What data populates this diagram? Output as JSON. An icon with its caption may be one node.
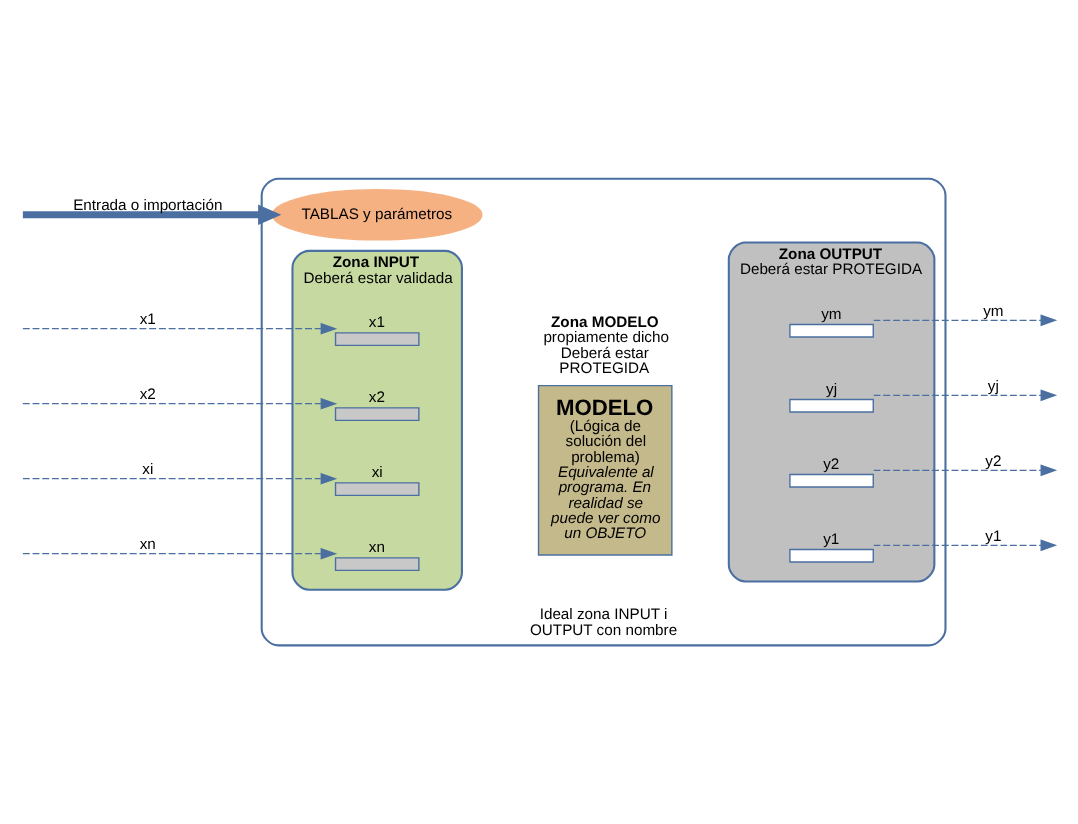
{
  "diagram": {
    "nodes": [
      {
        "text": [
          "Ideal zona INPUT i OUTPUT con nombre"
        ]
      },
      {
        "text": [
          "TABLAS y parámetros"
        ],
        "in": 0
      },
      {
        "text": [
          "Zona INPUT",
          "Deberá estar validada"
        ],
        "in": 0
      },
      {
        "text": [],
        "shape": "bar",
        "beside": [
          "x1"
        ],
        "in": 2
      },
      {
        "text": [],
        "shape": "bar",
        "beside": [
          "x2"
        ],
        "in": 2
      },
      {
        "text": [],
        "shape": "bar",
        "beside": [
          "xi"
        ],
        "in": 2
      },
      {
        "text": [],
        "shape": "bar",
        "beside": [
          "xn"
        ],
        "in": 2
      },
      {
        "text": [
          "Zona MODELO",
          "propiamente dicho Deberá estar PROTEGIDA",
          "MODELO",
          "(Lógica de solución del problema)",
          "Equivalente al programa. En realidad se puede ver como un OBJETO"
        ],
        "in": 0
      },
      {
        "text": [
          "Zona OUTPUT",
          "Deberá estar PROTEGIDA"
        ],
        "in": 0
      },
      {
        "text": [],
        "shape": "bar",
        "beside": [
          "y1"
        ],
        "in": 8
      },
      {
        "text": [],
        "shape": "bar",
        "beside": [
          "y2"
        ],
        "in": 8
      },
      {
        "text": [],
        "shape": "bar",
        "beside": [
          "yj"
        ],
        "in": 8
      },
      {
        "text": [],
        "shape": "bar",
        "beside": [
          "ym"
        ],
        "in": 8
      }
    ],
    "edges": [
      {
        "from": null,
        "to": 1,
        "arrow": "to",
        "label": "Entrada o importación",
        "style": "thick"
      },
      {
        "from": null,
        "to": 3,
        "arrow": "to",
        "label": "x1",
        "style": "dashed"
      },
      {
        "from": null,
        "to": 4,
        "arrow": "to",
        "label": "x2",
        "style": "dashed"
      },
      {
        "from": null,
        "to": 5,
        "arrow": "to",
        "label": "xi",
        "style": "dashed"
      },
      {
        "from": null,
        "to": 6,
        "arrow": "to",
        "label": "xn",
        "style": "dashed"
      },
      {
        "from": 9,
        "to": null,
        "arrow": "to",
        "label": "y1",
        "style": "dashed"
      },
      {
        "from": 10,
        "to": null,
        "arrow": "to",
        "label": "y2",
        "style": "dashed"
      },
      {
        "from": 11,
        "to": null,
        "arrow": "to",
        "label": "yj",
        "style": "dashed"
      },
      {
        "from": 12,
        "to": null,
        "arrow": "to",
        "label": "ym",
        "style": "dashed"
      }
    ]
  }
}
